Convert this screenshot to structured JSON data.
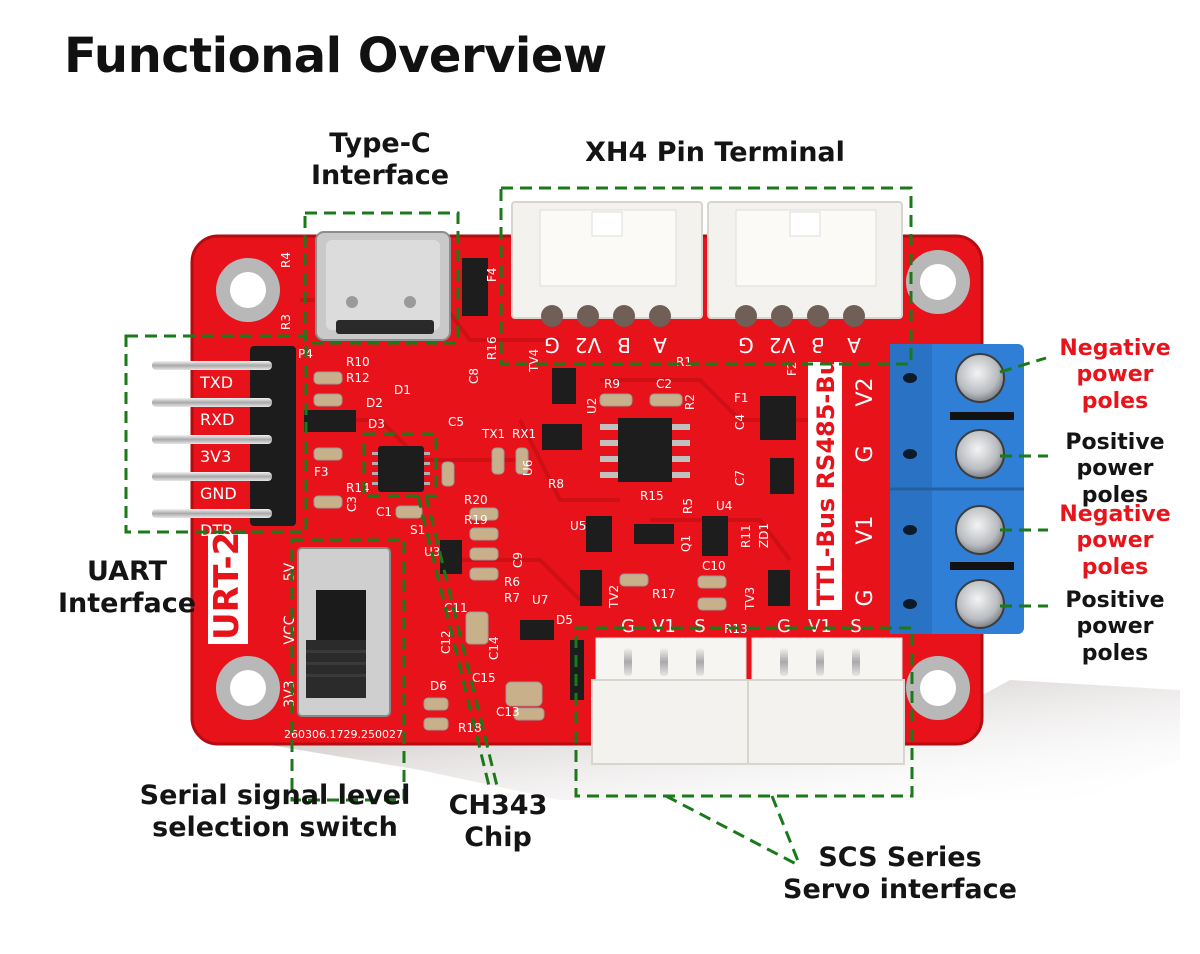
{
  "title": "Functional Overview",
  "callouts": {
    "type_c": [
      "Type-C",
      "Interface"
    ],
    "xh4": "XH4 Pin Terminal",
    "uart": [
      "UART",
      "Interface"
    ],
    "switch": [
      "Serial signal level",
      "selection switch"
    ],
    "ch343": [
      "CH343",
      "Chip"
    ],
    "scs": [
      "SCS Series",
      "Servo interface"
    ],
    "power": [
      {
        "text": [
          "Negative",
          "power poles"
        ],
        "polarity": "negative"
      },
      {
        "text": [
          "Positive",
          "power poles"
        ],
        "polarity": "positive"
      },
      {
        "text": [
          "Negative",
          "power poles"
        ],
        "polarity": "negative"
      },
      {
        "text": [
          "Positive",
          "power poles"
        ],
        "polarity": "positive"
      }
    ]
  },
  "board": {
    "model": "URT-2",
    "bus_labels": [
      "TTL-Bus",
      "RS485-Bus"
    ],
    "terminal_pins": [
      "V2",
      "G",
      "V1",
      "G"
    ],
    "xh4_pins": [
      "G",
      "V2",
      "B",
      "A",
      "G",
      "V2",
      "B",
      "A"
    ],
    "servo_pins": [
      "G",
      "V1",
      "S",
      "G",
      "V1",
      "S"
    ],
    "uart_pins": [
      "TXD",
      "RXD",
      "3V3",
      "GND",
      "DTR"
    ],
    "switch_labels": [
      "5V",
      "VCC",
      "3V3"
    ],
    "serial_code": "260306.1729.250027",
    "designators": [
      "R4",
      "R3",
      "R10",
      "R12",
      "D2",
      "D1",
      "D3",
      "C5",
      "F3",
      "R14",
      "C3",
      "C1",
      "S1",
      "U3",
      "C11",
      "C12",
      "D6",
      "R18",
      "C15",
      "C13",
      "C14",
      "R7",
      "U7",
      "R6",
      "R20",
      "R19",
      "C9",
      "U6",
      "TX1",
      "RX1",
      "R8",
      "TV4",
      "R9",
      "C2",
      "U2",
      "R15",
      "R1",
      "R2",
      "C4",
      "F1",
      "F2",
      "R5",
      "C7",
      "U4",
      "R11",
      "ZD1",
      "Q1",
      "U5",
      "TV2",
      "R17",
      "C10",
      "TV3",
      "R13",
      "D5",
      "F4",
      "R16",
      "C8",
      "P4"
    ]
  },
  "colors": {
    "pcb": "#e8121a",
    "pcb_dark": "#b30d12",
    "terminal_blue": "#2f7fd6",
    "connector": "#f4f2ee",
    "dash": "#1a7a1a",
    "accent_red": "#e8141b"
  }
}
